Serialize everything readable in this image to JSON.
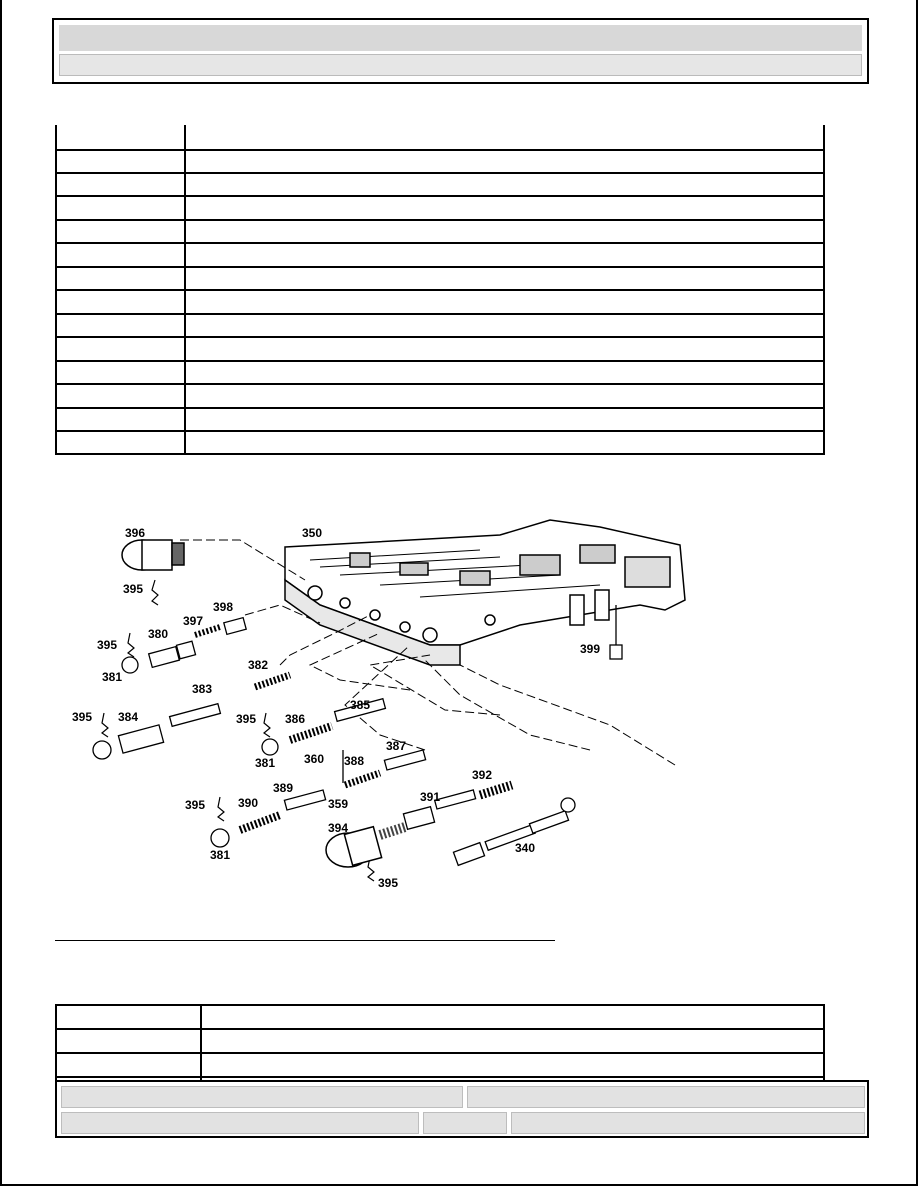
{
  "header": {
    "title": "",
    "subtitle": ""
  },
  "parts_table": {
    "row_count": 14
  },
  "diagram": {
    "callouts": [
      "396",
      "350",
      "395",
      "398",
      "397",
      "380",
      "395",
      "381",
      "382",
      "383",
      "395",
      "384",
      "385",
      "395",
      "386",
      "381",
      "399",
      "360",
      "387",
      "388",
      "395",
      "389",
      "359",
      "390",
      "392",
      "391",
      "394",
      "381",
      "340",
      "395"
    ]
  },
  "lower_table": {
    "row_count": 3
  },
  "footer": {
    "left_top": "",
    "right_top": "",
    "left_bottom": "",
    "mid_bottom": "",
    "right_bottom": ""
  }
}
